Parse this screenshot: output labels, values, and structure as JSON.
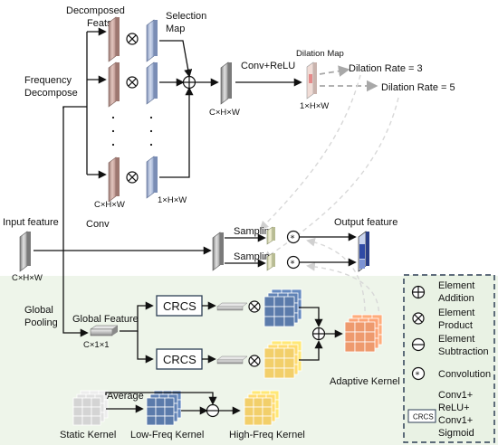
{
  "labels": {
    "decomposed": [
      "Decomposed",
      "Feats"
    ],
    "selection": [
      "Selection",
      "Map"
    ],
    "dilation_map": "Dilation Map",
    "conv_relu": "Conv+ReLU",
    "dilation_rate_3": "Dilation Rate = 3",
    "dilation_rate_5": "Dilation Rate = 5",
    "freq_decompose": [
      "Frequency",
      "Decompose"
    ],
    "dim_chw_a": "C×H×W",
    "dim_1hw_a": "1×H×W",
    "dim_chw_b": "C×H×W",
    "dim_1hw_b": "1×H×W",
    "input_feature": "Input feature",
    "dim_chw_input": "C×H×W",
    "conv": "Conv",
    "sampling_1": "Sampling",
    "sampling_2": "Sampling",
    "output_feature": "Output feature",
    "global_pooling": [
      "Global",
      "Pooling"
    ],
    "global_feature": "Global Feature",
    "dim_c11": "C×1×1",
    "crcs_1": "CRCS",
    "crcs_2": "CRCS",
    "adaptive_kernel": "Adaptive Kernel",
    "average": "Average",
    "static_kernel": "Static Kernel",
    "low_freq_kernel": "Low-Freq Kernel",
    "high_freq_kernel": "High-Freq Kernel"
  },
  "legend": {
    "addition": [
      "Element",
      "Addition"
    ],
    "product": [
      "Element",
      "Product"
    ],
    "subtraction": [
      "Element",
      "Subtraction"
    ],
    "convolution": "Convolution",
    "crcs_icon": "CRCS",
    "crcs_desc": [
      "Conv1+",
      "ReLU+",
      "Conv1+",
      "Sigmoid"
    ]
  },
  "colors": {
    "bottom_panel": "#eef5ea",
    "legend_bg": "#e9f2e4",
    "legend_border": "#2d3e55",
    "decomposed_feat": "#c7a29a",
    "selection_map": "#a3b5d6",
    "blue_grid": "#5b7bab",
    "yellow_grid": "#f2cf6a",
    "orange_grid": "#ee9a6e",
    "gray_grid": "#d4d4d4"
  }
}
